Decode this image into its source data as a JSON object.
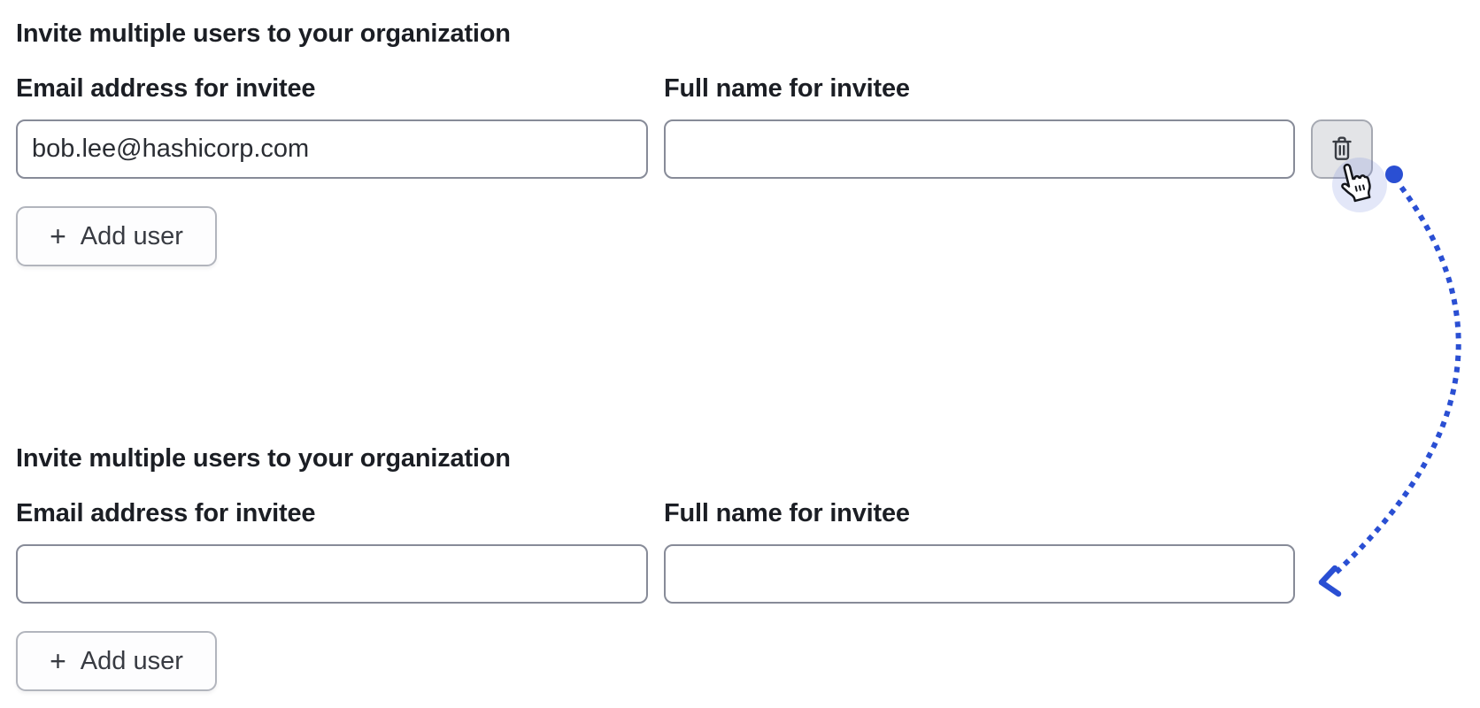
{
  "colors": {
    "annotation_blue": "#2a4fd3",
    "click_halo": "#5b6fd6",
    "input_border": "#878b98",
    "text_strong": "#1b1e24",
    "trash_button_bg": "#e3e4e7"
  },
  "sections": [
    {
      "heading": "Invite multiple users to your organization",
      "fields": [
        {
          "label": "Email address for invitee",
          "value": "bob.lee@hashicorp.com"
        },
        {
          "label": "Full name for invitee",
          "value": ""
        }
      ],
      "delete_button": {
        "icon": "trash-icon"
      },
      "add_user": {
        "plus": "+",
        "label": "Add user"
      }
    },
    {
      "heading": "Invite multiple users to your organization",
      "fields": [
        {
          "label": "Email address for invitee",
          "value": ""
        },
        {
          "label": "Full name for invitee",
          "value": ""
        }
      ],
      "add_user": {
        "plus": "+",
        "label": "Add user"
      }
    }
  ],
  "annotation": {
    "cursor_icon": "hand-pointer-cursor-icon",
    "arrow_icon": "dotted-curved-arrow-icon"
  }
}
